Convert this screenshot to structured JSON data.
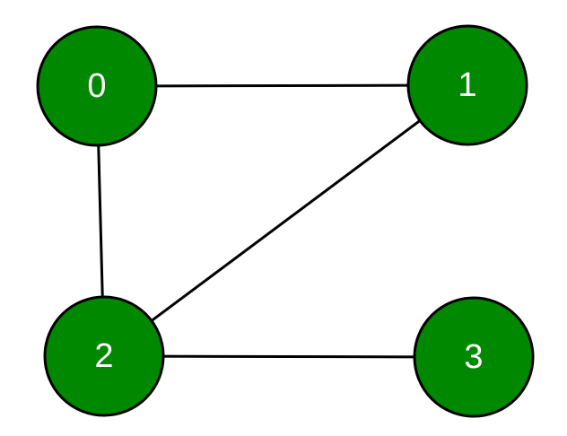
{
  "graph": {
    "nodes": [
      {
        "id": "0",
        "label": "0"
      },
      {
        "id": "1",
        "label": "1"
      },
      {
        "id": "2",
        "label": "2"
      },
      {
        "id": "3",
        "label": "3"
      }
    ],
    "edges": [
      {
        "from": "0",
        "to": "1"
      },
      {
        "from": "0",
        "to": "2"
      },
      {
        "from": "1",
        "to": "2"
      },
      {
        "from": "2",
        "to": "3"
      }
    ],
    "colors": {
      "node_fill": "#008800",
      "node_stroke": "#000000",
      "edge": "#000000",
      "label": "#ffffff"
    }
  }
}
